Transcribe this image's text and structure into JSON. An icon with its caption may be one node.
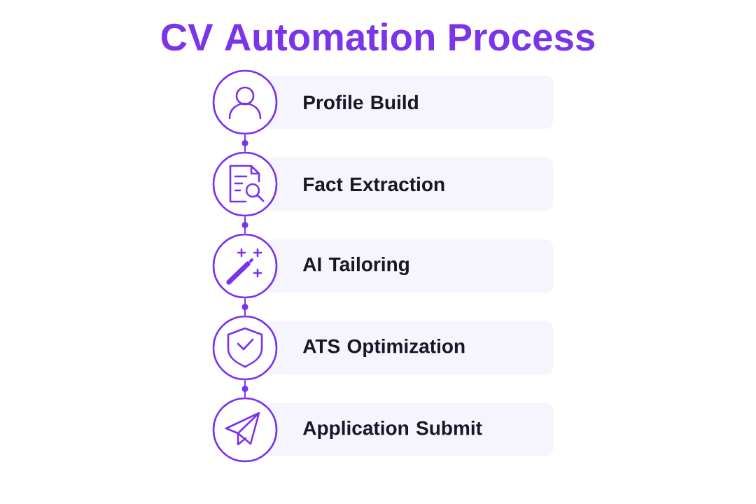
{
  "diagram": {
    "title": "CV Automation Process",
    "nodes": [
      {
        "text": [],
        "shape": "circle"
      },
      {
        "text": [
          "Profile Build"
        ]
      },
      {
        "text": [],
        "shape": "circle"
      },
      {
        "text": [
          "Fact Extraction"
        ]
      },
      {
        "text": [],
        "shape": "circle"
      },
      {
        "text": [
          "AI Tailoring"
        ]
      },
      {
        "text": [],
        "shape": "circle"
      },
      {
        "text": [
          "ATS Optimization"
        ]
      },
      {
        "text": [],
        "shape": "circle"
      },
      {
        "text": [
          "Application Submit"
        ]
      }
    ],
    "edges": [
      {
        "from": 0,
        "to": 2,
        "arrow": "none"
      },
      {
        "from": 2,
        "to": 4,
        "arrow": "none"
      },
      {
        "from": 4,
        "to": 6,
        "arrow": "none"
      },
      {
        "from": 6,
        "to": 8,
        "arrow": "none"
      }
    ]
  }
}
